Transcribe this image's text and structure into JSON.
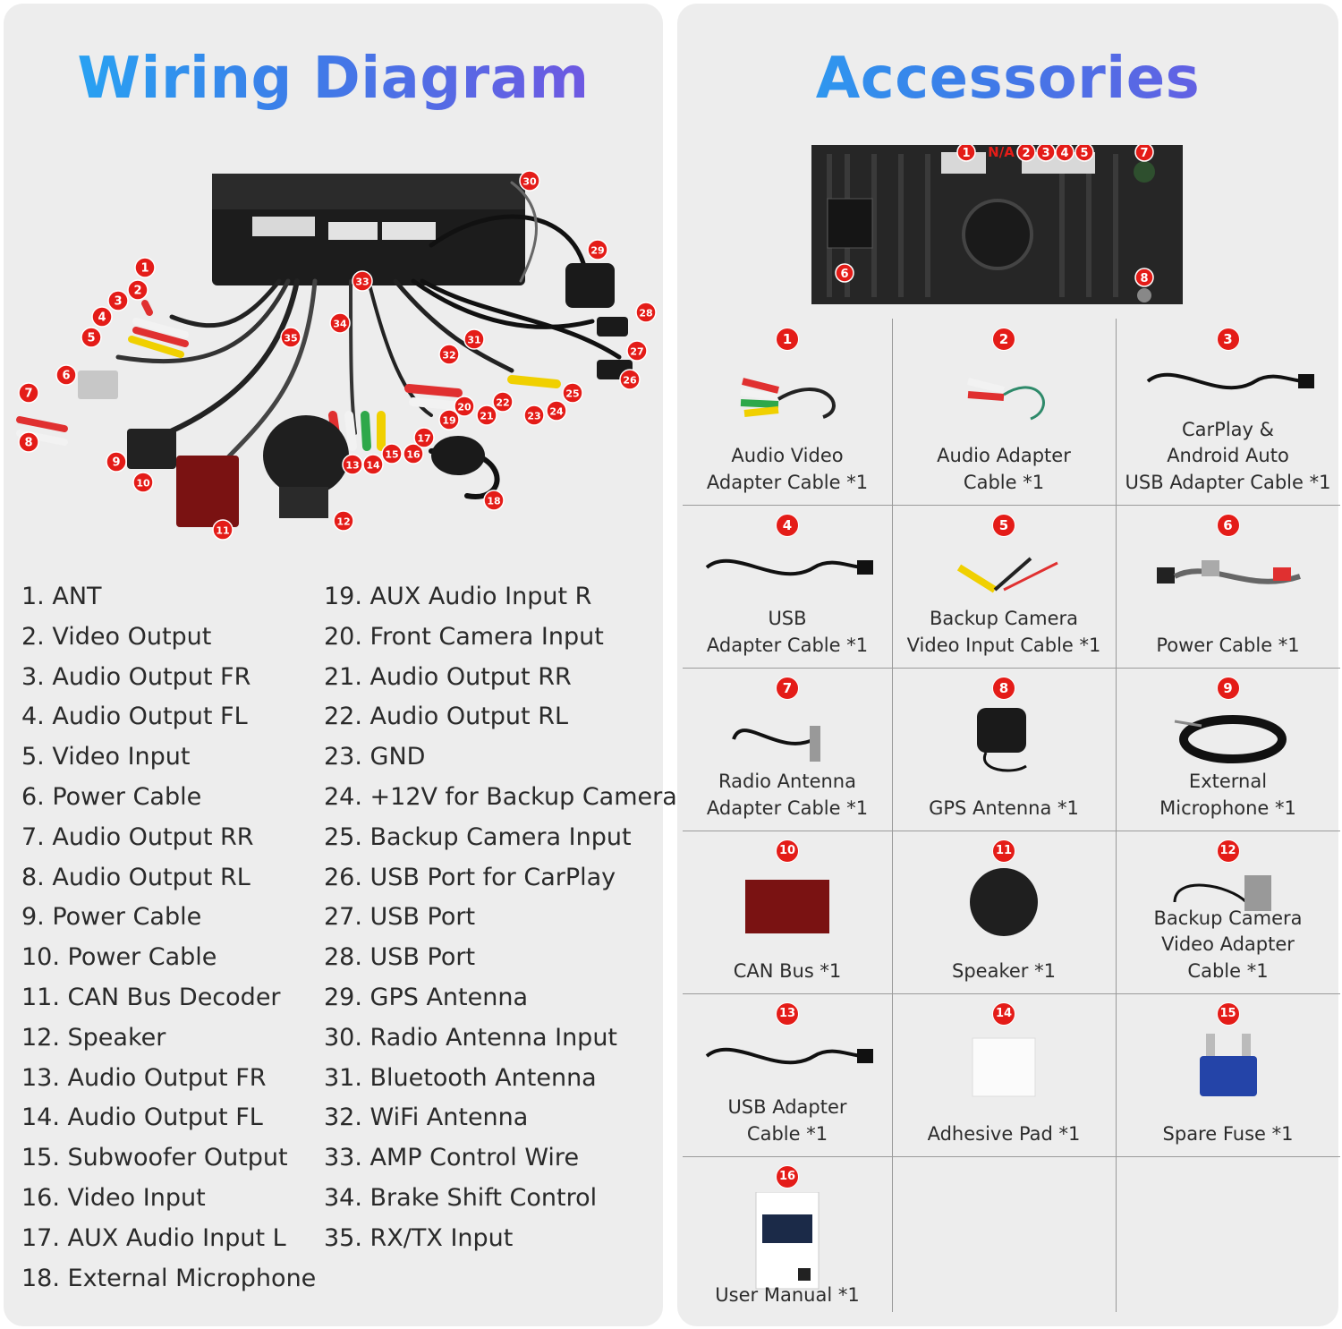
{
  "wiring": {
    "title": "Wiring Diagram",
    "callouts": [
      "1",
      "2",
      "3",
      "4",
      "5",
      "6",
      "7",
      "8",
      "9",
      "10",
      "11",
      "12",
      "13",
      "14",
      "15",
      "16",
      "17",
      "18",
      "19",
      "20",
      "21",
      "22",
      "23",
      "24",
      "25",
      "26",
      "27",
      "28",
      "29",
      "30",
      "31",
      "32",
      "33",
      "34",
      "35"
    ],
    "items_left": [
      "1. ANT",
      "2. Video Output",
      "3. Audio Output FR",
      "4. Audio Output FL",
      "5. Video Input",
      "6. Power Cable",
      "7. Audio Output RR",
      "8. Audio Output RL",
      "9. Power Cable",
      "10. Power Cable",
      "11. CAN Bus Decoder",
      "12. Speaker",
      "13. Audio Output FR",
      "14. Audio Output FL",
      "15. Subwoofer Output",
      "16. Video Input",
      "17. AUX Audio Input L",
      "18. External Microphone"
    ],
    "items_right": [
      "19. AUX Audio Input R",
      "20. Front Camera Input",
      "21. Audio Output RR",
      "22. Audio Output RL",
      "23. GND",
      "24. +12V for Backup Camera",
      "25. Backup Camera Input",
      "26. USB Port for CarPlay",
      "27. USB Port",
      "28. USB Port",
      "29. GPS Antenna",
      "30. Radio Antenna Input",
      "31. Bluetooth Antenna",
      "32. WiFi Antenna",
      "33. AMP Control Wire",
      "34. Brake Shift Control",
      "35. RX/TX Input"
    ]
  },
  "accessories": {
    "title": "Accessories",
    "back_labels": [
      "1",
      "N/A",
      "2",
      "3",
      "4",
      "5",
      "7",
      "6",
      "8"
    ],
    "items": [
      {
        "num": "1",
        "label": "Audio Video\nAdapter Cable *1",
        "icon": "av-cable-icon"
      },
      {
        "num": "2",
        "label": "Audio Adapter\nCable *1",
        "icon": "audio-cable-icon"
      },
      {
        "num": "3",
        "label": "CarPlay &\nAndroid Auto\nUSB Adapter Cable *1",
        "icon": "usb-cable-icon"
      },
      {
        "num": "4",
        "label": "USB\nAdapter Cable *1",
        "icon": "usb-cable-icon"
      },
      {
        "num": "5",
        "label": "Backup Camera\nVideo Input Cable *1",
        "icon": "camera-cable-icon"
      },
      {
        "num": "6",
        "label": "Power Cable *1",
        "icon": "power-cable-icon"
      },
      {
        "num": "7",
        "label": "Radio Antenna\nAdapter Cable *1",
        "icon": "antenna-cable-icon"
      },
      {
        "num": "8",
        "label": "GPS Antenna *1",
        "icon": "gps-antenna-icon"
      },
      {
        "num": "9",
        "label": "External\nMicrophone *1",
        "icon": "microphone-icon"
      },
      {
        "num": "10",
        "label": "CAN Bus *1",
        "icon": "canbus-icon"
      },
      {
        "num": "11",
        "label": "Speaker *1",
        "icon": "speaker-icon"
      },
      {
        "num": "12",
        "label": "Backup Camera\nVideo Adapter\nCable *1",
        "icon": "camera-adapter-icon"
      },
      {
        "num": "13",
        "label": "USB Adapter\nCable *1",
        "icon": "usb-cable-icon"
      },
      {
        "num": "14",
        "label": "Adhesive Pad *1",
        "icon": "adhesive-pad-icon"
      },
      {
        "num": "15",
        "label": "Spare Fuse *1",
        "icon": "fuse-icon"
      },
      {
        "num": "16",
        "label": "User Manual *1",
        "icon": "manual-icon"
      }
    ]
  },
  "colors": {
    "badge": "#e41c18",
    "panel": "#ededed",
    "title_start": "#22aef5",
    "title_end": "#7b4fe0"
  }
}
